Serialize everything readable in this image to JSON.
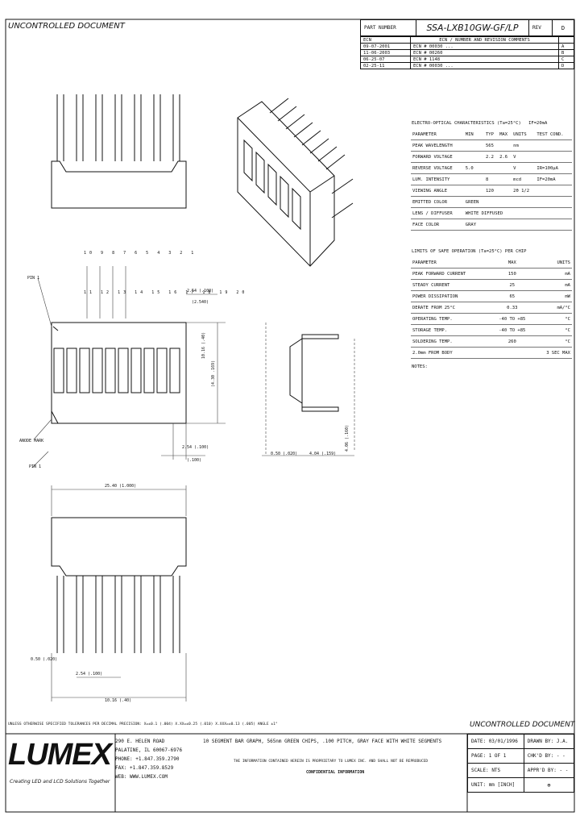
{
  "header": {
    "uncontrolled_top": "UNCONTROLLED DOCUMENT",
    "part_number_label": "PART NUMBER",
    "part_number": "SSA-LXB10GW-GF/LP",
    "rev_label": "REV",
    "rev": "D"
  },
  "revisions": {
    "headers": [
      "ECN",
      "ECN / NUMBER AND REVISION COMMENTS",
      ""
    ],
    "rows": [
      [
        "09-07-2001",
        "ECN # 00030 ...",
        "A"
      ],
      [
        "11-06-2003",
        "ECN # 00260",
        "B"
      ],
      [
        "06-25-07",
        "ECN # 1148",
        "C"
      ],
      [
        "02-25-11",
        "ECN # 00030 ...",
        "D"
      ]
    ]
  },
  "electrical": {
    "title": "ELECTRO-OPTICAL CHARACTERISTICS (Ta=25°C)",
    "condition": "IF=20mA",
    "headers": [
      "PARAMETER",
      "MIN",
      "TYP",
      "MAX",
      "UNITS",
      "TEST COND."
    ],
    "rows": [
      [
        "PEAK WAVELENGTH",
        "",
        "565",
        "",
        "nm",
        ""
      ],
      [
        "FORWARD VOLTAGE",
        "",
        "2.2",
        "2.6",
        "V",
        ""
      ],
      [
        "REVERSE VOLTAGE",
        "5.0",
        "",
        "",
        "V",
        "IR=100µA"
      ],
      [
        "LUM. INTENSITY",
        "",
        "8",
        "",
        "mcd",
        "IF=20mA"
      ],
      [
        "VIEWING ANGLE",
        "",
        "120",
        "",
        "2θ 1/2",
        ""
      ],
      [
        "EMITTED COLOR",
        "GREEN",
        "",
        "",
        "",
        ""
      ],
      [
        "LENS / DIFFUSER",
        "WHITE DIFFUSED",
        "",
        "",
        "",
        ""
      ],
      [
        "FACE COLOR",
        "GRAY",
        "",
        "",
        "",
        ""
      ]
    ]
  },
  "ratings": {
    "title": "LIMITS OF SAFE OPERATION (Ta=25°C) PER CHIP",
    "headers": [
      "PARAMETER",
      "MAX",
      "UNITS"
    ],
    "rows": [
      [
        "PEAK FORWARD CURRENT",
        "150",
        "mA"
      ],
      [
        "STEADY CURRENT",
        "25",
        "mA"
      ],
      [
        "POWER DISSIPATION",
        "65",
        "mW"
      ],
      [
        "DERATE FROM 25°C",
        "0.33",
        "mA/°C"
      ],
      [
        "OPERATING TEMP.",
        "-40 TO +85",
        "°C"
      ],
      [
        "STORAGE TEMP.",
        "-40 TO +85",
        "°C"
      ],
      [
        "SOLDERING TEMP.",
        "260",
        "°C"
      ],
      [
        "2.0mm FROM BODY",
        "",
        "3 SEC MAX"
      ]
    ],
    "notes": "NOTES:"
  },
  "dims": {
    "d1": "2.54 (.100)",
    "d2": "10.16 (.40)",
    "d3": "(4.30 .169)",
    "d4": "4.04 (.159)",
    "d5": "(2.540)",
    "d6": "(.100)",
    "d7": "0.50 (.020)",
    "d8": "2.54 (.100)",
    "d9": "25.40 (1.000)",
    "d10": "0.50 (.020)",
    "d11": "4.06 (.160)",
    "pin1": "PIN 1",
    "anode": "ANODE MARK",
    "pin1b": "PIN 1",
    "tol_note": "UNLESS OTHERWISE SPECIFIED TOLERANCES PER DECIMAL PRECISION: X=±0.1 (.004) X.XX=±0.25 (.010) X.XXX=±0.13 (.005) ANGLE ±1°"
  },
  "pins_top": [
    "10",
    "9",
    "8",
    "7",
    "6",
    "5",
    "4",
    "3",
    "2",
    "1"
  ],
  "pins_bot": [
    "11",
    "12",
    "13",
    "14",
    "15",
    "16",
    "17",
    "18",
    "19",
    "20"
  ],
  "footer": {
    "uncontrolled_bottom": "UNCONTROLLED DOCUMENT",
    "logo": "LUMEX",
    "tagline": "Creating LED and LCD Solutions Together",
    "addr1": "290 E. HELEN ROAD",
    "addr2": "PALATINE, IL 60067-6976",
    "addr3": "PHONE: +1.847.359.2790",
    "addr4": "FAX: +1.847.359.8529",
    "addr5": "WEB: WWW.LUMEX.COM",
    "description": "10 SEGMENT BAR GRAPH, 565nm GREEN CHIPS, .100 PITCH, GRAY FACE WITH WHITE SEGMENTS",
    "disclaimer": "THE INFORMATION CONTAINED HEREIN IS PROPRIETARY TO LUMEX INC. AND SHALL NOT BE REPRODUCED",
    "confidential": "CONFIDENTIAL INFORMATION",
    "date_label": "DATE:",
    "date": "03/01/1996",
    "drawn_label": "DRAWN BY:",
    "drawn": "J.A.",
    "page_label": "PAGE:",
    "page": "1 OF 1",
    "checked_label": "CHK'D BY:",
    "checked": "- -",
    "scale_label": "SCALE:",
    "scale": "NTS",
    "approved_label": "APPR'D BY:",
    "approved": "- -",
    "unit_label": "UNIT:",
    "unit": "mm [INCH]"
  }
}
